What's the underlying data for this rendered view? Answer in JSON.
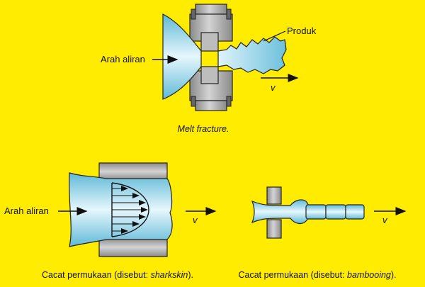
{
  "colors": {
    "background": "#ffec00",
    "metal_light": "#c9c9c9",
    "metal_dark": "#8c8c8c",
    "fluid_light": "#dff3fb",
    "fluid_dark": "#5fb9d6",
    "outline": "#222222"
  },
  "top": {
    "flow_label": "Arah aliran",
    "product_label": "Produk",
    "velocity_label": "v",
    "caption": "Melt fracture."
  },
  "bottom_left": {
    "flow_label": "Arah aliran",
    "velocity_label": "v",
    "caption_prefix": "Cacat permukaan (disebut: ",
    "caption_term": "sharkskin",
    "caption_suffix": ")."
  },
  "bottom_right": {
    "velocity_label": "v",
    "caption_prefix": "Cacat permukaan (disebut: ",
    "caption_term": "bambooing",
    "caption_suffix": ")."
  }
}
